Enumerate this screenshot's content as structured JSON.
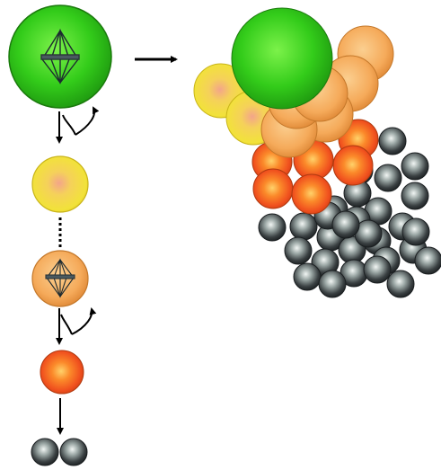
{
  "colors": {
    "green": "#33cc1a",
    "yellow": "#f2e23a",
    "orange": "#f5aa5a",
    "red": "#f0501e",
    "dark": "#3a4042",
    "arrow": "#000000"
  },
  "lineage": [
    {
      "stage": "green-cell",
      "color": "green",
      "spindle": true
    },
    {
      "stage": "yellow-cell",
      "color": "yellow",
      "spindle": false
    },
    {
      "stage": "orange-cell",
      "color": "orange",
      "spindle": true
    },
    {
      "stage": "red-cell",
      "color": "red",
      "spindle": false
    },
    {
      "stage": "dark-cell-pair",
      "color": "dark",
      "spindle": false
    }
  ],
  "cluster": {
    "green_cells": 1,
    "yellow_cells": 2,
    "orange_cells": 6,
    "red_cells": 6,
    "dark_cells": 29
  }
}
